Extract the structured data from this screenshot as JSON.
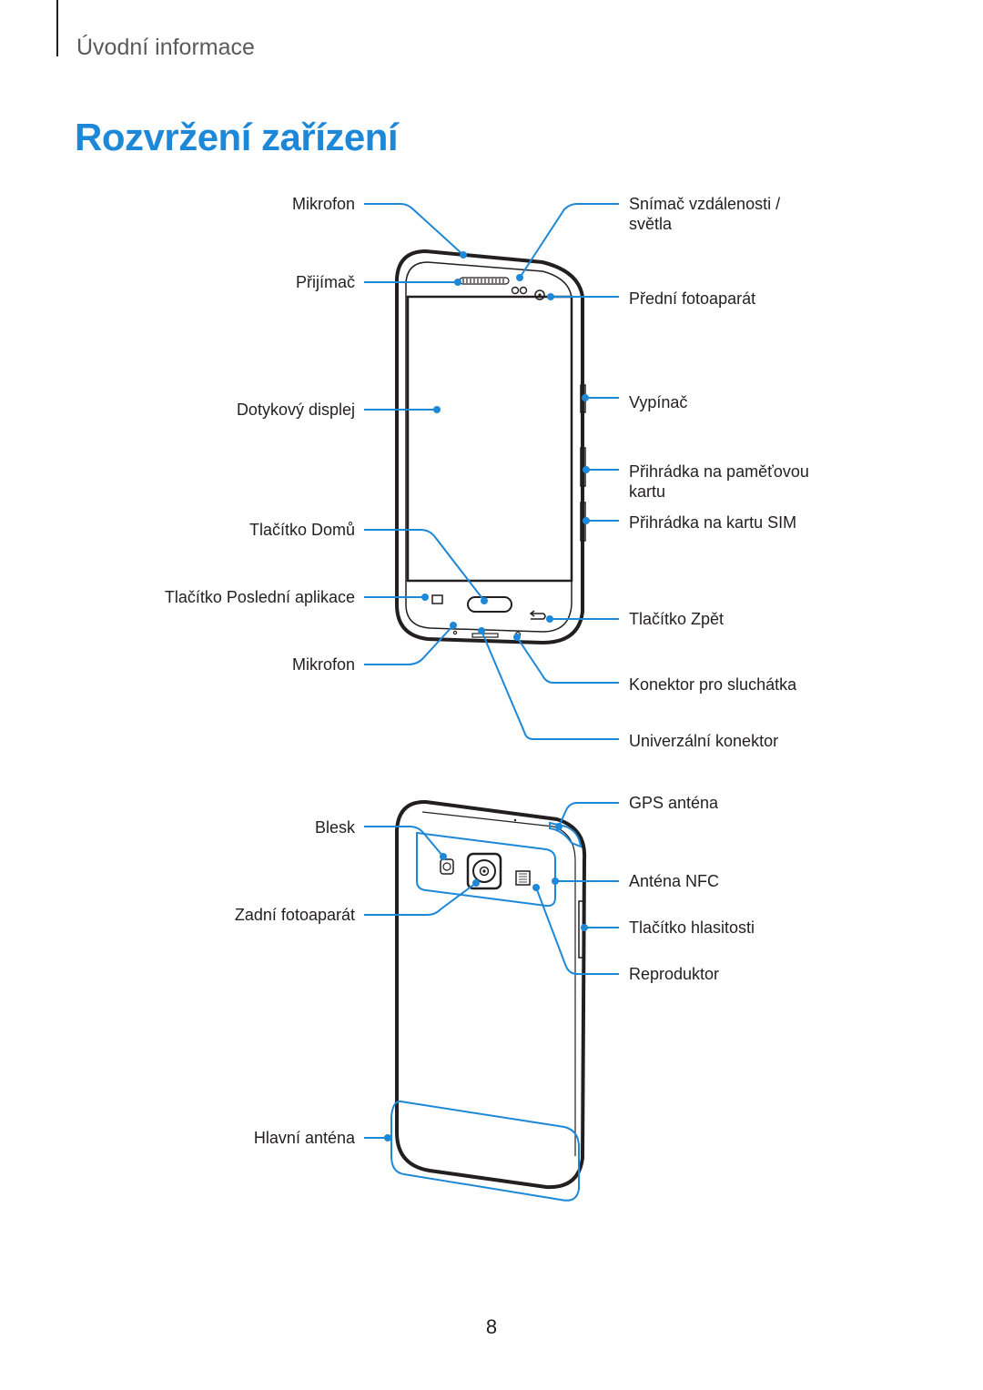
{
  "header": {
    "section": "Úvodní informace"
  },
  "title": "Rozvržení zařízení",
  "front_labels": {
    "microphone_top": "Mikrofon",
    "receiver": "Přijímač",
    "touchscreen": "Dotykový displej",
    "home_button": "Tlačítko Domů",
    "recent_apps_button": "Tlačítko Poslední aplikace",
    "microphone_bottom": "Mikrofon",
    "proximity_sensor_line1": "Snímač vzdálenosti /",
    "proximity_sensor_line2": "světla",
    "front_camera": "Přední fotoaparát",
    "power_key": "Vypínač",
    "memory_card_tray_line1": "Přihrádka na paměťovou",
    "memory_card_tray_line2": "kartu",
    "sim_tray": "Přihrádka na kartu SIM",
    "back_button": "Tlačítko Zpět",
    "headset_jack": "Konektor pro sluchátka",
    "multipurpose_jack": "Univerzální konektor"
  },
  "back_labels": {
    "flash": "Blesk",
    "rear_camera": "Zadní fotoaparát",
    "main_antenna": "Hlavní anténa",
    "gps_antenna": "GPS anténa",
    "nfc_antenna": "Anténa NFC",
    "volume_key": "Tlačítko hlasitosti",
    "speaker": "Reproduktor"
  },
  "footer": {
    "page_number": "8"
  },
  "colors": {
    "title": "#1e88d8",
    "callout": "#1e88d8",
    "outline": "#231f20"
  }
}
